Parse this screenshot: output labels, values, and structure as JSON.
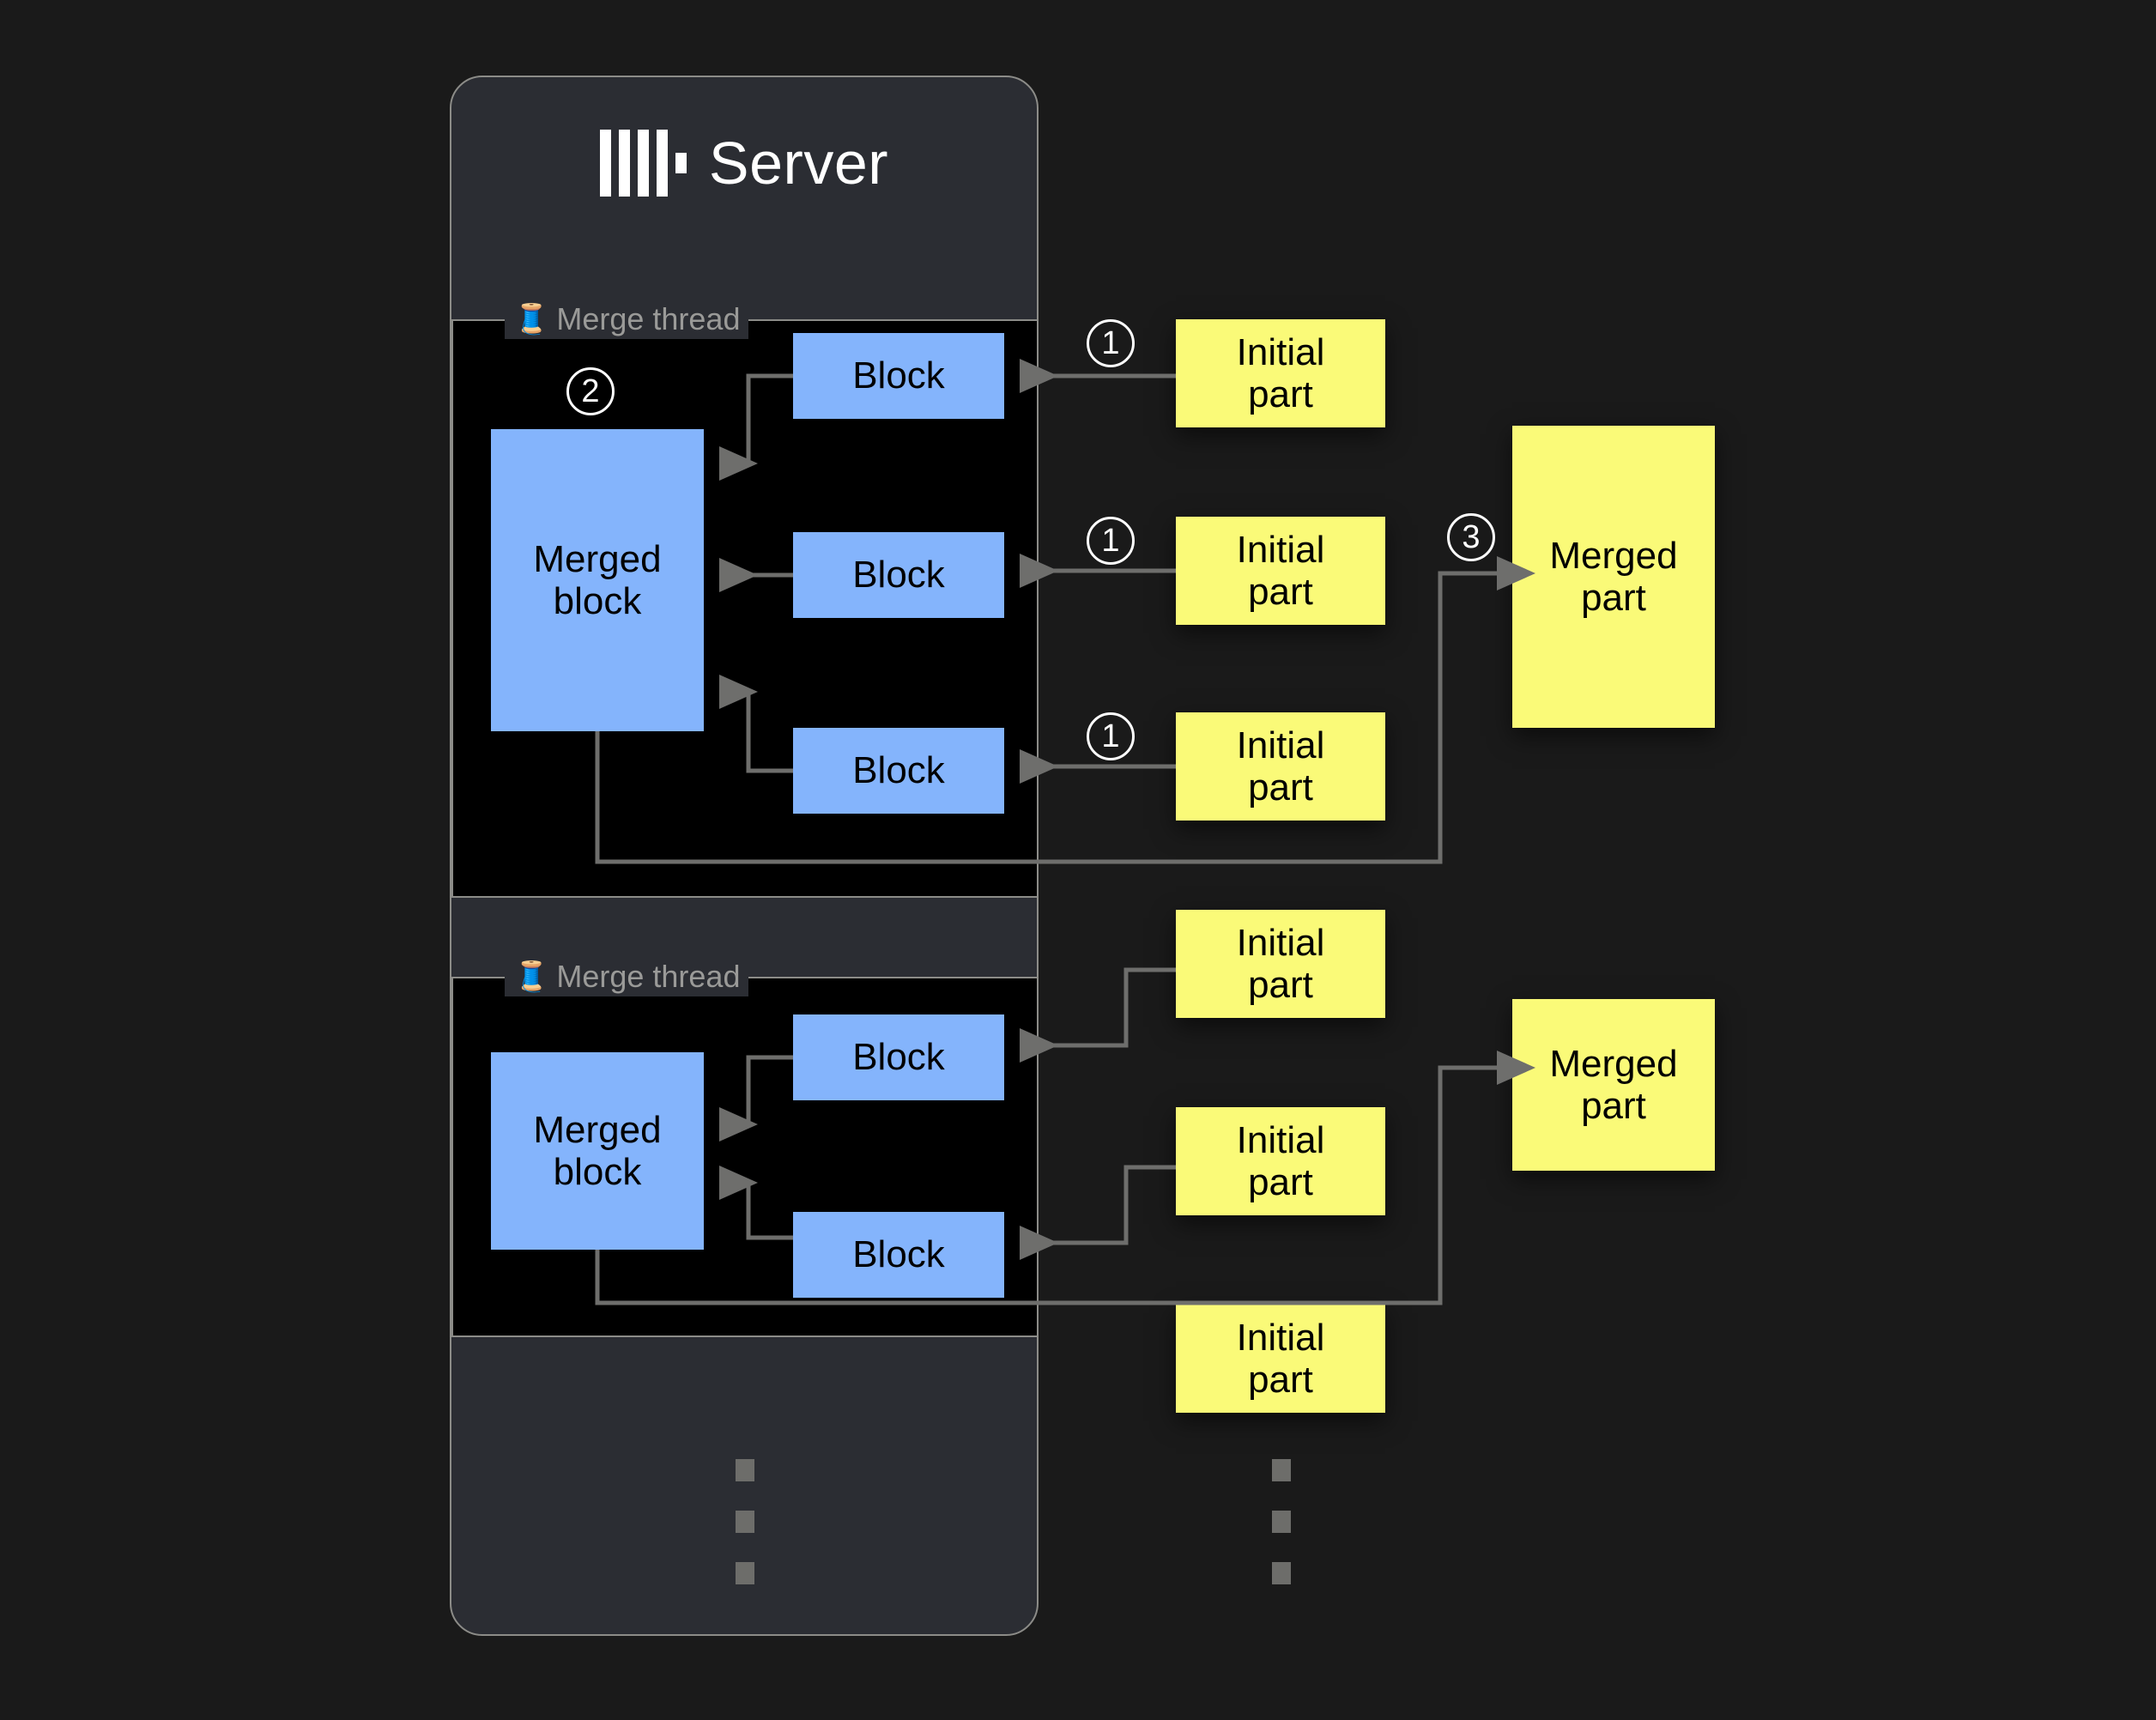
{
  "page": {
    "background_color": "#1a1a1a"
  },
  "server": {
    "title": "Server",
    "logo_icon": "clickhouse-logo-icon",
    "card_color": "#2b2d33",
    "border_color": "#8c8c88"
  },
  "colors": {
    "block_blue": "#84b4fc",
    "part_yellow": "#fafa78",
    "thread_background": "#000000",
    "connector_gray": "#6e6e6c",
    "legend_text": "#9a9a98",
    "step_number": "#ffffff"
  },
  "merge_threads": [
    {
      "legend_icon": "thread-spool-icon",
      "legend_emoji": "🧵",
      "legend_label": "Merge thread",
      "merged_block_label": "Merged\nblock",
      "blocks": [
        {
          "label": "Block"
        },
        {
          "label": "Block"
        },
        {
          "label": "Block"
        }
      ]
    },
    {
      "legend_icon": "thread-spool-icon",
      "legend_emoji": "🧵",
      "legend_label": "Merge thread",
      "merged_block_label": "Merged\nblock",
      "blocks": [
        {
          "label": "Block"
        },
        {
          "label": "Block"
        }
      ]
    }
  ],
  "merged_blocks": {
    "line1": "Merged",
    "line2": "block"
  },
  "initial_parts": {
    "line1": "Initial",
    "line2": "part",
    "group1": [
      {
        "label": "Initial part"
      },
      {
        "label": "Initial part"
      },
      {
        "label": "Initial part"
      }
    ],
    "group2": [
      {
        "label": "Initial part"
      },
      {
        "label": "Initial part"
      },
      {
        "label": "Initial part"
      }
    ]
  },
  "merged_parts": {
    "line1": "Merged",
    "line2": "part",
    "items": [
      {
        "label": "Merged part"
      },
      {
        "label": "Merged part"
      }
    ]
  },
  "steps": {
    "one": "①",
    "two": "②",
    "three": "③",
    "labels": {
      "step1": "1",
      "step2": "2",
      "step3": "3"
    }
  },
  "ellipsis": {
    "symbol": "vertical-ellipsis",
    "dot_count": 3
  }
}
